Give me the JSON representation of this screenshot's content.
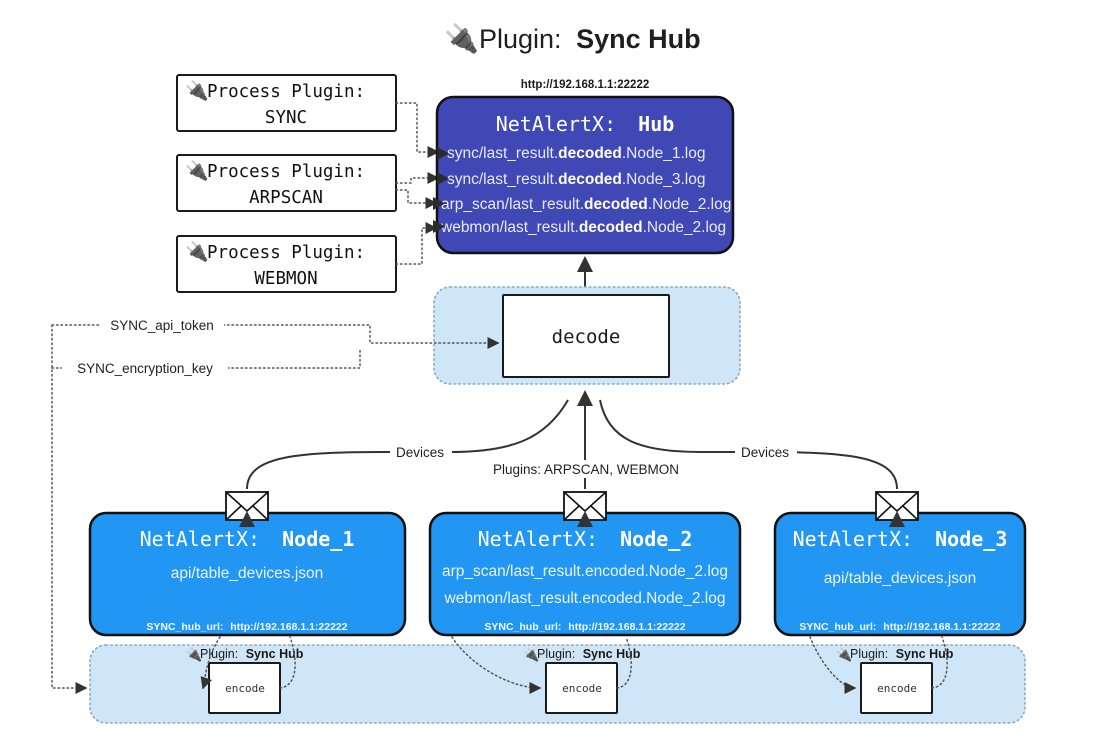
{
  "page": {
    "title_prefix": "Plugin:",
    "title_name": "Sync Hub",
    "title_icon": "electric-plug-icon"
  },
  "colors": {
    "hub_fill": "#3f48b5",
    "node_fill": "#2196f3",
    "group_fill": "#cfe6f9",
    "group_stroke": "#8fa8bb",
    "edge_stroke": "#333333",
    "box_stroke": "#1a1a1a"
  },
  "process_plugins": [
    {
      "icon": "electric-plug-icon",
      "label": "Process Plugin:",
      "name": "SYNC"
    },
    {
      "icon": "electric-plug-icon",
      "label": "Process Plugin:",
      "name": "ARPSCAN"
    },
    {
      "icon": "electric-plug-icon",
      "label": "Process Plugin:",
      "name": "WEBMON"
    }
  ],
  "hub": {
    "url": "http://192.168.1.1:22222",
    "title_prefix": "NetAlertX:",
    "title_name": "Hub",
    "logs": [
      {
        "pre": "sync/last_result.",
        "mid": "decoded",
        "post": ".Node_1.log"
      },
      {
        "pre": "sync/last_result.",
        "mid": "decoded",
        "post": ".Node_3.log"
      },
      {
        "pre": "arp_scan/last_result.",
        "mid": "decoded",
        "post": ".Node_2.log"
      },
      {
        "pre": "webmon/last_result.",
        "mid": "decoded",
        "post": ".Node_2.log"
      }
    ]
  },
  "decode": {
    "label": "decode"
  },
  "settings": {
    "api_token_label": "SYNC_api_token",
    "encryption_key_label": "SYNC_encryption_key"
  },
  "edge_labels": {
    "devices_left": "Devices",
    "devices_right": "Devices",
    "plugins_center": "Plugins: ARPSCAN, WEBMON"
  },
  "nodes": [
    {
      "title_prefix": "NetAlertX:",
      "title_name": "Node_1",
      "lines": [
        "api/table_devices.json"
      ],
      "hub_url_key": "SYNC_hub_url:",
      "hub_url_value": "http://192.168.1.1:22222",
      "icon": "envelope-icon"
    },
    {
      "title_prefix": "NetAlertX:",
      "title_name": "Node_2",
      "lines": [
        "arp_scan/last_result.encoded.Node_2.log",
        "webmon/last_result.encoded.Node_2.log"
      ],
      "hub_url_key": "SYNC_hub_url:",
      "hub_url_value": "http://192.168.1.1:22222",
      "icon": "envelope-icon"
    },
    {
      "title_prefix": "NetAlertX:",
      "title_name": "Node_3",
      "lines": [
        "api/table_devices.json"
      ],
      "hub_url_key": "SYNC_hub_url:",
      "hub_url_value": "http://192.168.1.1:22222",
      "icon": "envelope-icon"
    }
  ],
  "encoders": [
    {
      "tag_icon": "electric-plug-icon",
      "tag_prefix": "Plugin:",
      "tag_name": "Sync Hub",
      "label": "encode"
    },
    {
      "tag_icon": "electric-plug-icon",
      "tag_prefix": "Plugin:",
      "tag_name": "Sync Hub",
      "label": "encode"
    },
    {
      "tag_icon": "electric-plug-icon",
      "tag_prefix": "Plugin:",
      "tag_name": "Sync Hub",
      "label": "encode"
    }
  ]
}
